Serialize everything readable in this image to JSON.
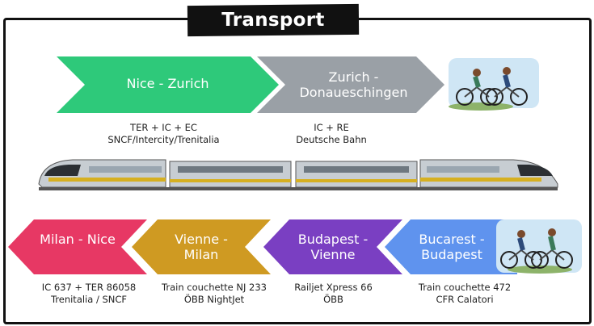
{
  "title": "Transport",
  "colors": {
    "green": "#2ec97a",
    "gray": "#9aa0a6",
    "pink": "#e73864",
    "gold": "#cf9a22",
    "purple": "#7a3fc2",
    "blue": "#5f93ee"
  },
  "top_route": [
    {
      "label": "Nice - Zurich",
      "service": "TER + IC + EC",
      "operator": "SNCF/Intercity/Trenitalia"
    },
    {
      "label": "Zurich - Donaueschingen",
      "service": "IC + RE",
      "operator": "Deutsche Bahn"
    }
  ],
  "bottom_route": [
    {
      "label": "Milan - Nice",
      "service": "IC 637 + TER 86058",
      "operator": "Trenitalia / SNCF"
    },
    {
      "label": "Vienne - Milan",
      "service": "Train couchette NJ 233",
      "operator": "ÖBB NightJet"
    },
    {
      "label": "Budapest - Vienne",
      "service": "Railjet Xpress 66",
      "operator": "ÖBB"
    },
    {
      "label": "Bucarest - Budapest",
      "service": "Train couchette 472",
      "operator": "CFR Calatori"
    }
  ]
}
